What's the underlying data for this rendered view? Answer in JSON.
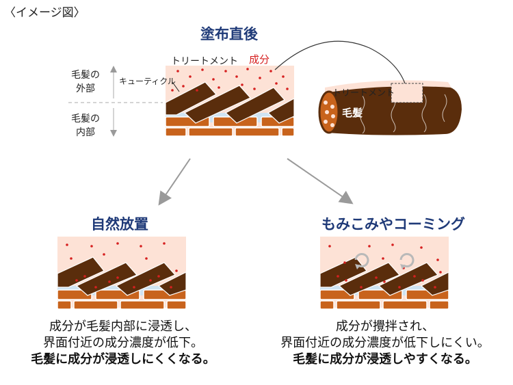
{
  "image_label": "〈イメージ図〉",
  "top": {
    "title": "塗布直後",
    "labels": {
      "treatment": "トリートメント",
      "component": "成分",
      "cuticle": "キューティクル",
      "outer_line1": "毛髪の",
      "outer_line2": "外部",
      "inner_line1": "毛髪の",
      "inner_line2": "内部",
      "hair_treatment": "トリートメント",
      "hair": "毛髪"
    }
  },
  "left": {
    "title": "自然放置",
    "caption_line1": "成分が毛髪内部に浸透し、",
    "caption_line2": "界面付近の成分濃度が低下。",
    "caption_bold": "毛髪に成分が浸透しにくくなる。"
  },
  "right": {
    "title": "もみこみやコーミング",
    "caption_line1": "成分が攪拌され、",
    "caption_line2": "界面付近の成分濃度が低下しにくい。",
    "caption_bold": "毛髪に成分が浸透しやすくなる。"
  },
  "colors": {
    "navy": "#1f3a78",
    "treatment_fill": "#fde2d6",
    "cuticle_dark": "#5a2d0c",
    "brick": "#c8631c",
    "component_dot": "#d62020",
    "interface_blue": "#cfe3f2"
  }
}
